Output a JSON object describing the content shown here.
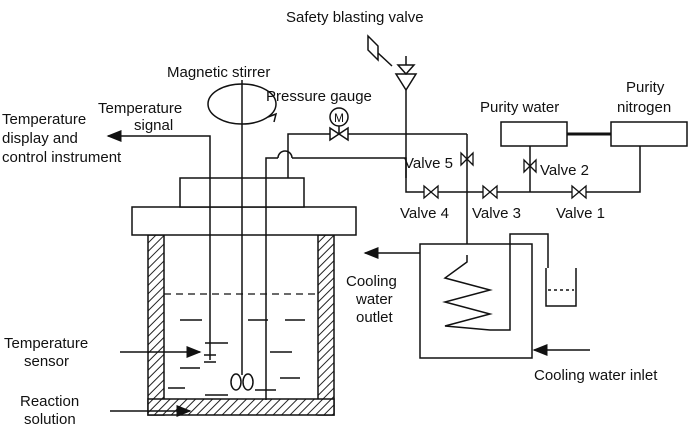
{
  "labels": {
    "safety_valve": "Safety blasting valve",
    "magnetic_stirrer": "Magnetic stirrer",
    "pressure_gauge": "Pressure gauge",
    "gauge_symbol": "M",
    "temperature_signal_1": "Temperature",
    "temperature_signal_2": "signal",
    "temp_display_1": "Temperature",
    "temp_display_2": "display and",
    "temp_display_3": "control instrument",
    "purity_water": "Purity water",
    "purity_nitrogen_1": "Purity",
    "purity_nitrogen_2": "nitrogen",
    "valve_5": "Valve 5",
    "valve_2": "Valve 2",
    "valve_4": "Valve 4",
    "valve_3": "Valve 3",
    "valve_1": "Valve 1",
    "cooling_outlet_1": "Cooling",
    "cooling_outlet_2": "water",
    "cooling_outlet_3": "outlet",
    "cooling_inlet": "Cooling water inlet",
    "temp_sensor_1": "Temperature",
    "temp_sensor_2": "sensor",
    "reaction_1": "Reaction",
    "reaction_2": "solution"
  }
}
